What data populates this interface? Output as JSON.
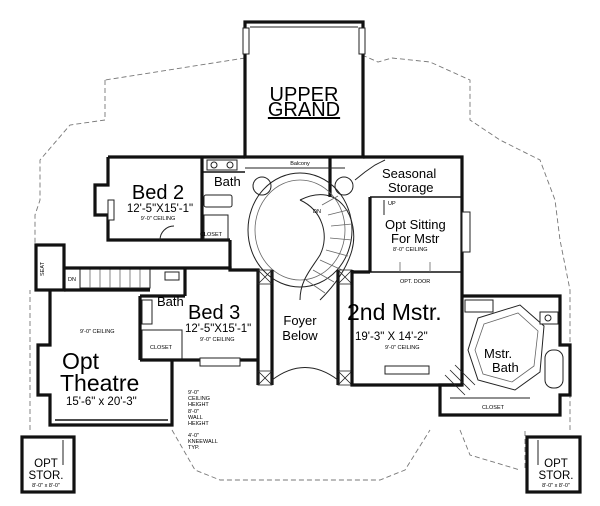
{
  "rooms": {
    "upper_grand": {
      "line1": "UPPER",
      "line2": "GRAND"
    },
    "balcony": {
      "name": "Balcony"
    },
    "seasonal_storage": {
      "line1": "Seasonal",
      "line2": "Storage"
    },
    "bed2": {
      "name": "Bed 2",
      "size": "12'-5\"X15'-1\"",
      "ceiling": "9'-0\" CEILING"
    },
    "bath_upper": {
      "name": "Bath"
    },
    "closet_bed2": {
      "name": "CLOSET"
    },
    "opt_sitting": {
      "line1": "Opt Sitting",
      "line2": "For Mstr",
      "ceiling": "8'-0\" CEILING"
    },
    "opt_door": {
      "name": "OPT. DOOR"
    },
    "seat": {
      "name": "SEAT"
    },
    "bath_mid": {
      "name": "Bath"
    },
    "bed3": {
      "name": "Bed 3",
      "size": "12'-5\"X15'-1\"",
      "ceiling": "9'-0\" CEILING"
    },
    "closet_bed3": {
      "name": "CLOSET"
    },
    "foyer": {
      "line1": "Foyer",
      "line2": "Below"
    },
    "mstr2": {
      "name": "2nd Mstr.",
      "size": "19'-3\" X 14'-2\"",
      "ceiling": "9'-0\" CEILING"
    },
    "mstr_bath": {
      "line1": "Mstr.",
      "line2": "Bath"
    },
    "closet_mstr": {
      "name": "CLOSET"
    },
    "theatre": {
      "line1": "Opt",
      "line2": "Theatre",
      "size": "15'-6\" x 20'-3\"",
      "ceiling": "9'-0\" CEILING"
    },
    "opt_stor_left": {
      "line1": "OPT",
      "line2": "STOR.",
      "size": "8'-0\" x 8'-0\""
    },
    "opt_stor_right": {
      "line1": "OPT",
      "line2": "STOR.",
      "size": "8'-0\" x 8'-0\""
    }
  },
  "annotations": {
    "dn_stair": "DN",
    "dn_left": "DN",
    "up": "UP",
    "kneewall_note": [
      "9'-0\"",
      "CEILING",
      "HEIGHT",
      "8'-0\"",
      "WALL",
      "HEIGHT",
      "4'-0\"",
      "KNEEWALL",
      "TYP."
    ]
  }
}
